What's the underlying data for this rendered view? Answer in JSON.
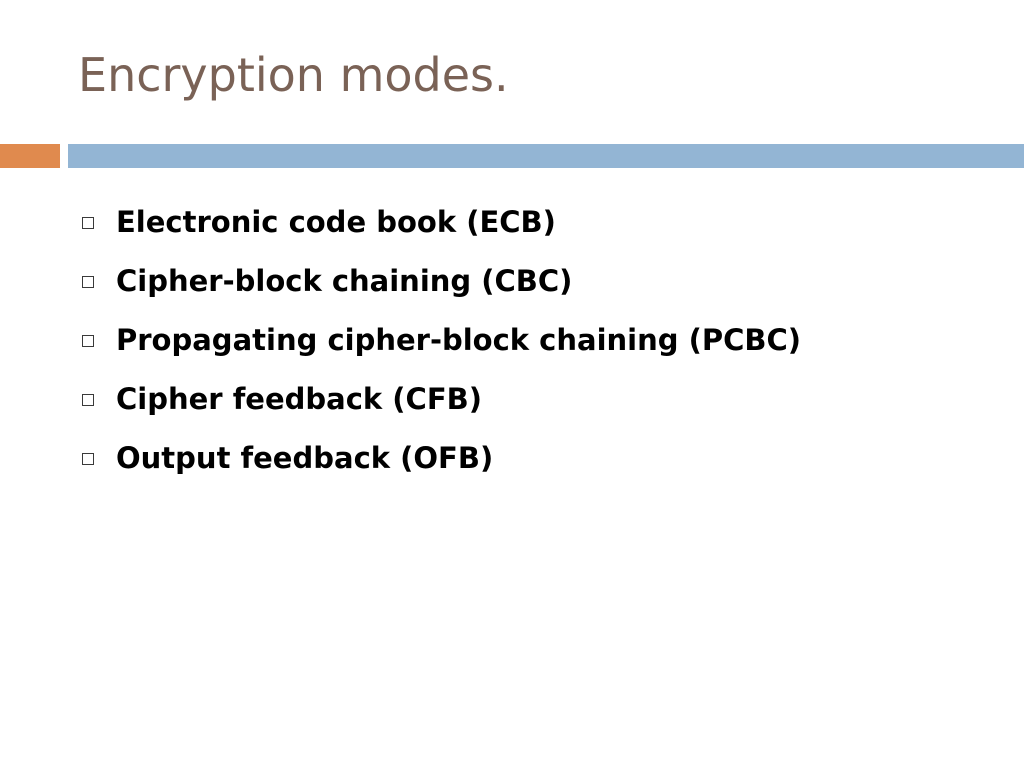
{
  "slide": {
    "title": "Encryption modes.",
    "colors": {
      "title": "#7a6256",
      "accent_bar": "#e08a4e",
      "main_bar": "#93b5d4"
    },
    "bullet_icon": "hollow-square-icon",
    "bullets": [
      "Electronic code book (ECB)",
      "Cipher-block chaining (CBC)",
      "Propagating cipher-block chaining (PCBC)",
      "Cipher feedback (CFB)",
      "Output feedback (OFB)"
    ]
  }
}
